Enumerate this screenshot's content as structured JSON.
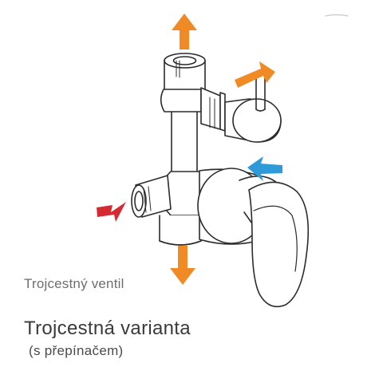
{
  "caption": {
    "label": "Trojcestný ventil",
    "title": "Trojcestná varianta",
    "subtitle": "(s přepínačem)"
  },
  "arrows": {
    "orange": "#f08a24",
    "blue": "#2e9ad8",
    "red": "#d62a33"
  },
  "line_color": "#2b2b2b"
}
